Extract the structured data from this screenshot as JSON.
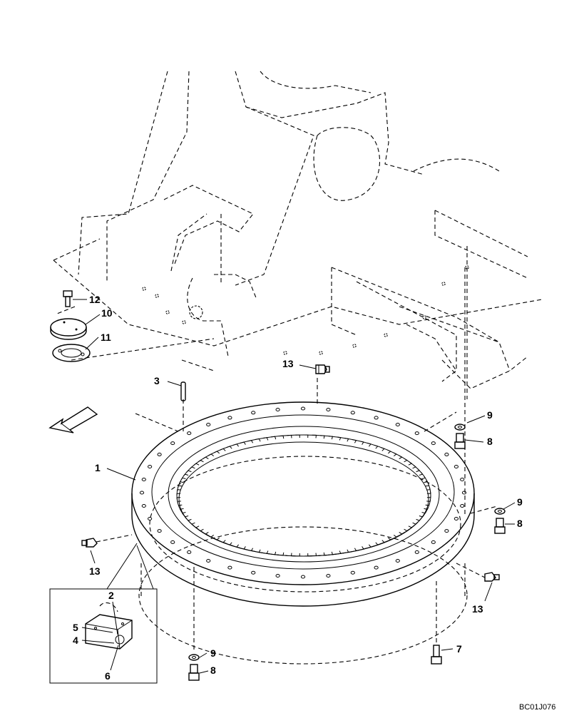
{
  "callouts": {
    "c1": "1",
    "c2": "2",
    "c3": "3",
    "c4": "4",
    "c5": "5",
    "c6": "6",
    "c7": "7",
    "c8a": "8",
    "c8b": "8",
    "c8c": "8",
    "c9a": "9",
    "c9b": "9",
    "c9c": "9",
    "c10": "10",
    "c11": "11",
    "c12": "12",
    "c13a": "13",
    "c13b": "13",
    "c13c": "13"
  },
  "drawing_code": "BC01J076",
  "icons": {
    "direction_arrow": "front-direction-arrow-icon"
  }
}
